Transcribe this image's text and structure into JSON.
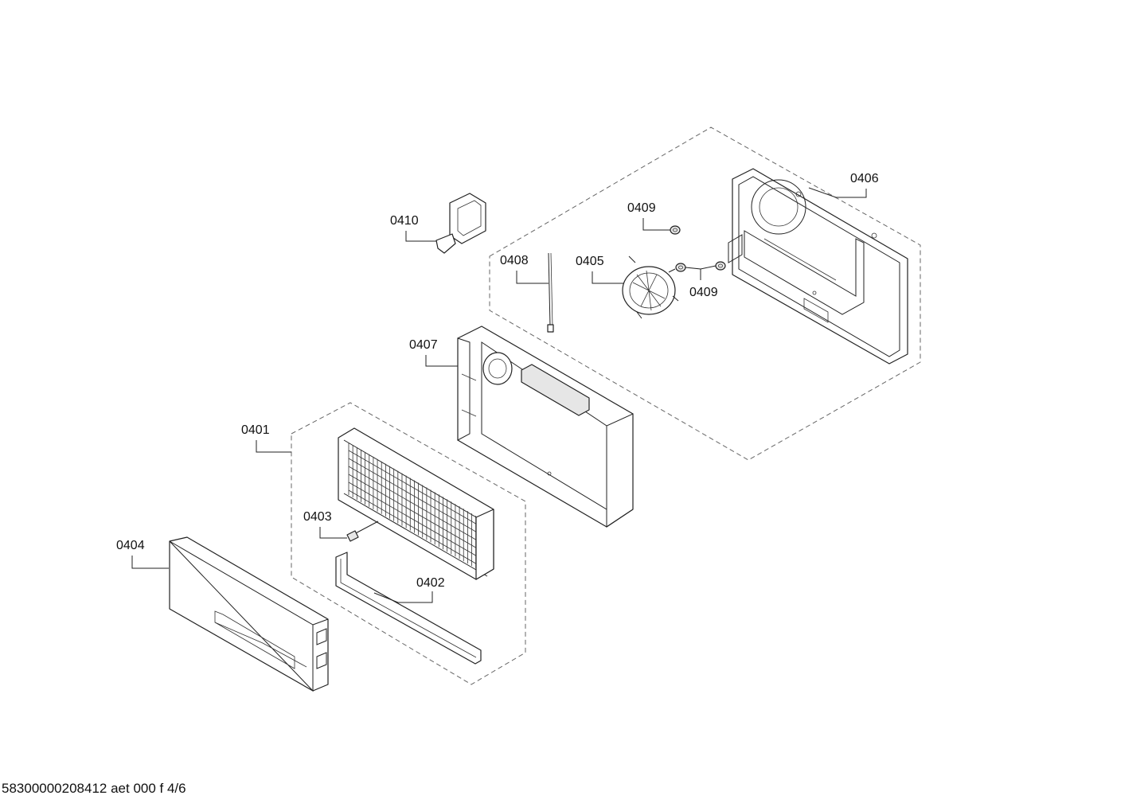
{
  "labels": {
    "p0401": "0401",
    "p0402": "0402",
    "p0403": "0403",
    "p0404": "0404",
    "p0405": "0405",
    "p0406": "0406",
    "p0407": "0407",
    "p0408": "0408",
    "p0409a": "0409",
    "p0409b": "0409",
    "p0410": "0410"
  },
  "footer": "58300000208412 aet 000 f 4/6"
}
